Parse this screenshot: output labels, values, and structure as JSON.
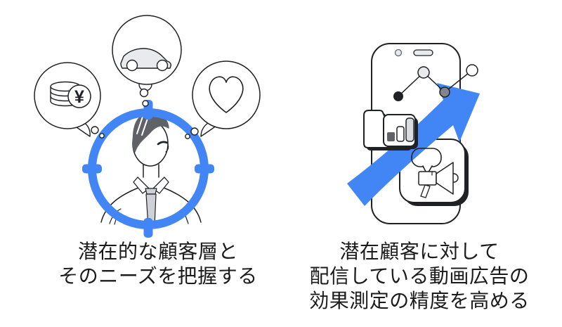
{
  "page": {
    "background_color": "#ffffff",
    "kind": "two-panel marketing illustration"
  },
  "colors": {
    "accent_blue": "#4285F4",
    "outline_dark": "#202124",
    "gray_dark": "#5F6368",
    "gray_mid": "#80868B",
    "gray_light": "#DADCE0",
    "gray_lighter": "#E8EAED",
    "text": "#1b1b1b"
  },
  "panels": {
    "left": {
      "caption_lines": [
        "潜在的な顧客層と",
        "そのニーズを把握する"
      ],
      "money_symbol": "¥",
      "icons": [
        "money-thought-bubble-icon",
        "car-thought-bubble-icon",
        "heart-thought-bubble-icon",
        "target-crosshair-icon",
        "person-icon"
      ]
    },
    "right": {
      "caption_lines": [
        "潜在顧客に対して",
        "配信している動画広告の",
        "効果測定の精度を高める"
      ],
      "icons": [
        "smartphone-icon",
        "line-chart-icon",
        "growth-arrow-icon",
        "folder-analytics-icon",
        "bar-chart-icon",
        "speech-bubble-icon",
        "megaphone-icon"
      ]
    }
  }
}
